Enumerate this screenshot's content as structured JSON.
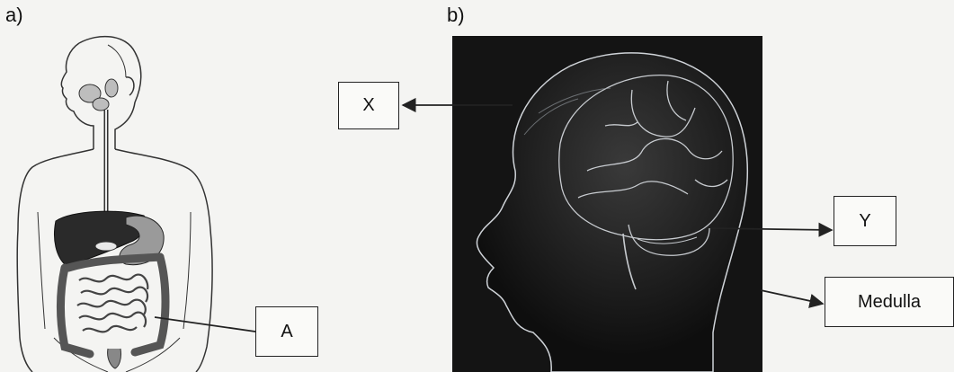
{
  "panels": {
    "a": "a)",
    "b": "b)"
  },
  "labels": {
    "x": "X",
    "a": "A",
    "y": "Y",
    "medulla": "Medulla"
  },
  "colors": {
    "line": "#222222",
    "head_background": "#141414",
    "head_glow": "#cfd3d8"
  }
}
